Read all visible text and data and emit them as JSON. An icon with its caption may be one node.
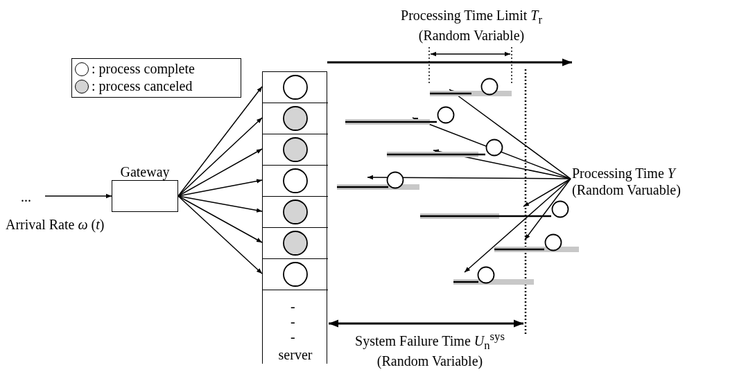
{
  "diagram": {
    "nodes": [
      {
        "text": [
          "Gateway"
        ]
      },
      {
        "text": [
          "server"
        ]
      },
      {
        "text": [],
        "shape": "box",
        "in": 1
      },
      {
        "text": [],
        "shape": "box",
        "in": 1
      },
      {
        "text": [],
        "shape": "box",
        "in": 1
      },
      {
        "text": [],
        "shape": "box",
        "in": 1
      },
      {
        "text": [],
        "shape": "box",
        "in": 1
      },
      {
        "text": [],
        "shape": "box",
        "in": 1
      },
      {
        "text": [],
        "shape": "box",
        "in": 1
      },
      {
        "text": [],
        "shape": "bar"
      },
      {
        "text": [],
        "shape": "bar"
      },
      {
        "text": [],
        "shape": "bar"
      },
      {
        "text": [],
        "shape": "bar"
      },
      {
        "text": [],
        "shape": "bar"
      },
      {
        "text": [],
        "shape": "bar"
      },
      {
        "text": [],
        "shape": "bar"
      },
      {
        "text": [
          "Processing Time *Y* (Random Varuable)"
        ]
      }
    ],
    "edges": [
      {
        "from": null,
        "to": 0,
        "arrow": "to"
      },
      {
        "from": 0,
        "to": 2,
        "arrow": "to"
      },
      {
        "from": 0,
        "to": 3,
        "arrow": "to"
      },
      {
        "from": 0,
        "to": 4,
        "arrow": "to"
      },
      {
        "from": 0,
        "to": 5,
        "arrow": "to"
      },
      {
        "from": 0,
        "to": 6,
        "arrow": "to"
      },
      {
        "from": 0,
        "to": 7,
        "arrow": "to"
      },
      {
        "from": 0,
        "to": 8,
        "arrow": "to"
      },
      {
        "from": 16,
        "to": 9,
        "arrow": "to"
      },
      {
        "from": 16,
        "to": 10,
        "arrow": "to"
      },
      {
        "from": 16,
        "to": 11,
        "arrow": "to"
      },
      {
        "from": 16,
        "to": 12,
        "arrow": "to"
      },
      {
        "from": 16,
        "to": 13,
        "arrow": "to"
      },
      {
        "from": 16,
        "to": 14,
        "arrow": "to"
      },
      {
        "from": 16,
        "to": 15,
        "arrow": "to"
      }
    ],
    "labels": [
      "...",
      "Arrival Rate *ω* (*t*)",
      "Processing Time Limit *T*$_{r}$ (Random Variable)",
      "-",
      "-",
      "-",
      "System Failure Time *U*$_{n}$$^{sys}$ (Random Variable)"
    ],
    "legend": [
      {
        "text": ": process complete",
        "color": "#ffffff"
      },
      {
        "text": ": process canceled",
        "color": "#d4d4d4"
      }
    ]
  }
}
